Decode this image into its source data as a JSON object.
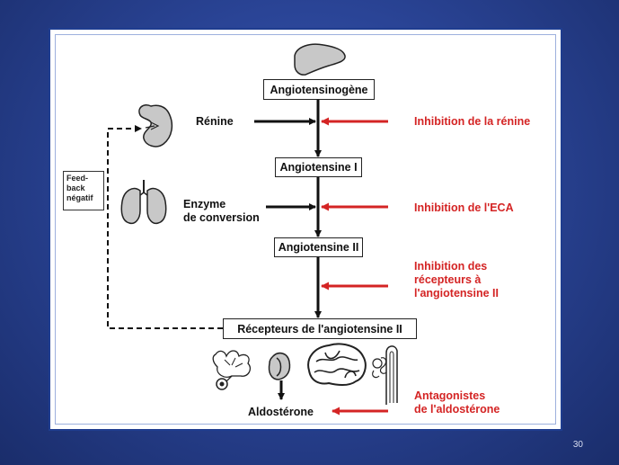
{
  "boxes": {
    "angiotensinogen": "Angiotensinogène",
    "angiotensin1": "Angiotensine I",
    "angiotensin2": "Angiotensine II",
    "receptors": "Récepteurs de l'angiotensine II"
  },
  "labels": {
    "renin": "Rénine",
    "enzyme_line1": "Enzyme",
    "enzyme_line2": "de conversion",
    "aldosterone": "Aldostérone",
    "feedback": [
      "Feed-",
      "back",
      "négatif"
    ]
  },
  "inhibitors": {
    "renin": "Inhibition de la rénine",
    "ace": "Inhibition de l'ECA",
    "receptor": [
      "Inhibition des",
      "récepteurs à",
      "l'angiotensine II"
    ],
    "aldosterone": [
      "Antagonistes",
      "de l'aldostérone"
    ]
  },
  "slide_number": "30",
  "colors": {
    "background": "#2a4496",
    "inhibitor_red": "#d42424",
    "arrow_black": "#111111",
    "organ_gray": "#c8c8c8"
  },
  "icons": [
    "liver-icon",
    "kidney-icon",
    "lungs-icon",
    "adrenal-gland-icon",
    "blood-vessel-icon",
    "brain-icon",
    "nephron-icon"
  ]
}
